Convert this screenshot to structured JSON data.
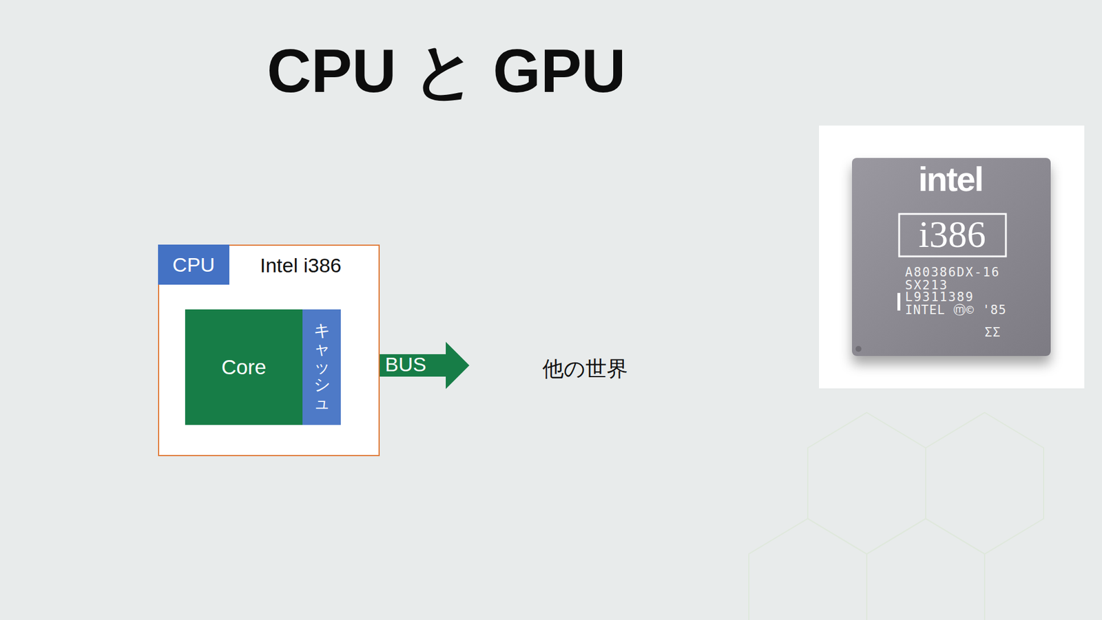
{
  "diagram": {
    "title": "CPU と GPU",
    "nodes": [
      {
        "text": [
          "Intel i386"
        ]
      },
      {
        "text": [
          "CPU"
        ],
        "in": 0
      },
      {
        "text": [
          "Core"
        ],
        "in": 0
      },
      {
        "text": [
          "キャッシュ"
        ],
        "in": 0
      },
      {
        "text": [
          "他の世界"
        ]
      }
    ],
    "edges": [
      {
        "from": 3,
        "to": 4,
        "label": "BUS",
        "arrow": "both"
      }
    ],
    "labels": [
      "intel",
      "i386",
      "A80386DX-16",
      "SX213",
      "L9311389",
      "INTEL ⓜ© '85",
      "ΣΣ"
    ]
  }
}
